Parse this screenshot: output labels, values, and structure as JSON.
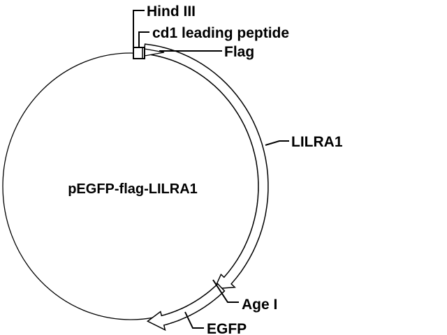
{
  "plasmid": {
    "name": "pEGFP-flag-LILRA1",
    "colors": {
      "line": "#000000",
      "fill": "#ffffff"
    }
  },
  "features": {
    "hind3": "Hind III",
    "cd1": "cd1 leading peptide",
    "flag": "Flag",
    "lilra1": "LILRA1",
    "agei": "Age I",
    "egfp": "EGFP"
  }
}
